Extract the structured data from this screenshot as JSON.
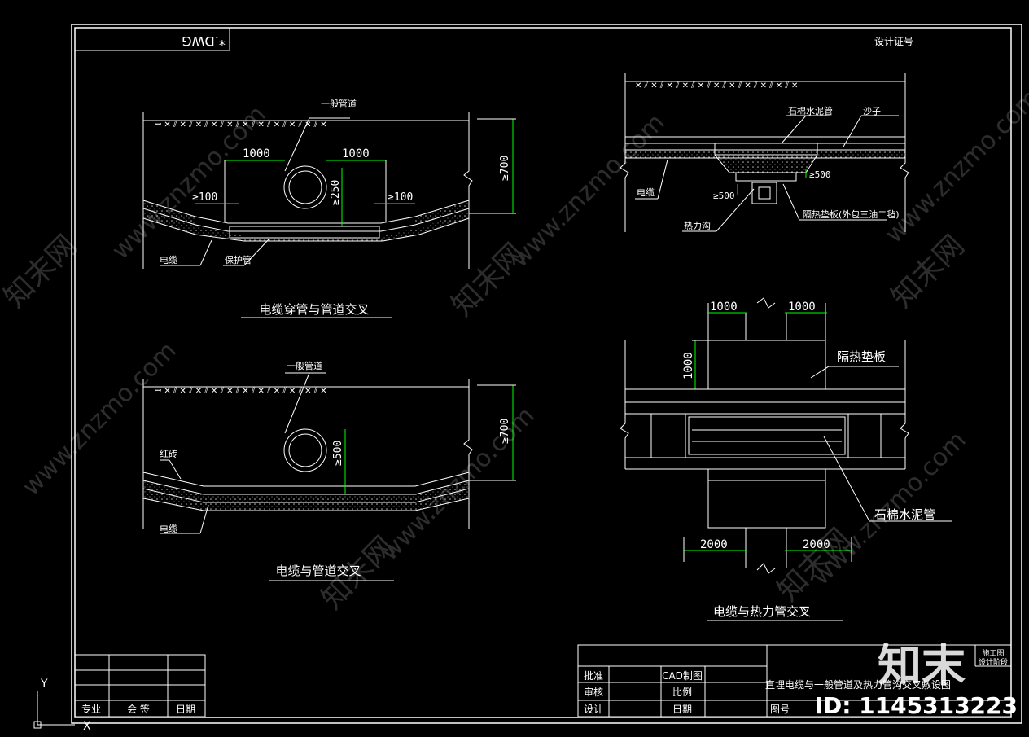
{
  "drawing": {
    "top_left_label": "*.DWG",
    "design_cert": "设计证号"
  },
  "view1": {
    "title": "电缆穿管与管道交叉",
    "pipe_label": "一般管道",
    "dim_left": "1000",
    "dim_right": "1000",
    "dim_gap_left": "≥100",
    "dim_gap_right": "≥100",
    "dim_250": "≥250",
    "dim_700": "≥700",
    "cable_label": "电缆",
    "protect_label": "保护管"
  },
  "view2": {
    "title": "电缆与管道交叉",
    "pipe_label": "一般管道",
    "dim_500": "≥500",
    "dim_700": "≥700",
    "brick_label": "红砖",
    "cable_label": "电缆"
  },
  "view3": {
    "asbestos_label": "石棉水泥管",
    "sand_label": "沙子",
    "cable_label": "电缆",
    "dim_500a": "≥500",
    "dim_500b": "≥500",
    "trench_label": "热力沟",
    "insul_label": "隔热垫板(外包三油二毡)"
  },
  "view4": {
    "title": "电缆与热力管交叉",
    "dim_1000_left": "1000",
    "dim_1000_right": "1000",
    "dim_1000_vert": "1000",
    "insul_label": "隔热垫板",
    "asbestos_label": "石棉水泥管",
    "dim_2000_left": "2000",
    "dim_2000_right": "2000"
  },
  "signbox": {
    "col1": "专业",
    "col2": "会 签",
    "col3": "日期"
  },
  "titleblock": {
    "approve": "批准",
    "review": "审核",
    "design": "设计",
    "cad": "CAD制图",
    "scale": "比例",
    "date": "日期",
    "drawing_title": "直埋电缆与一般管道及热力管沟交叉敷设图",
    "stage1": "施工图",
    "stage2": "设计阶段",
    "drawing_no": "图号"
  },
  "watermark": {
    "brand": "知末",
    "id": "ID: 1145313223",
    "site": "www.znzmo.com",
    "cn": "知末网"
  },
  "ucs": {
    "y": "Y",
    "x": "X"
  }
}
